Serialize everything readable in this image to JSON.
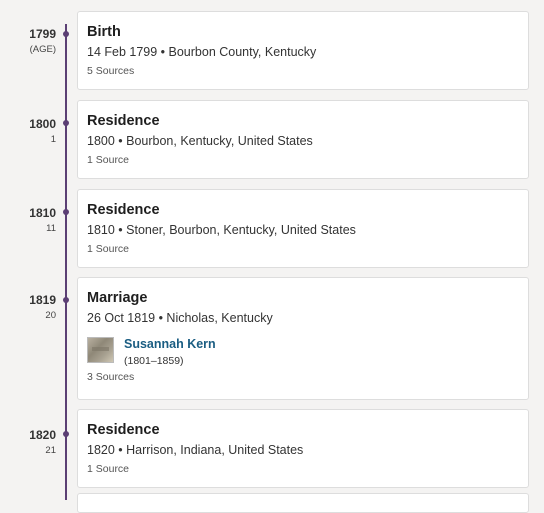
{
  "events": [
    {
      "year": "1799",
      "age": "(AGE)",
      "title": "Birth",
      "detail": "14 Feb 1799 • Bourbon County, Kentucky",
      "sources": "5 Sources"
    },
    {
      "year": "1800",
      "age": "1",
      "title": "Residence",
      "detail": "1800 • Bourbon, Kentucky, United States",
      "sources": "1 Source"
    },
    {
      "year": "1810",
      "age": "11",
      "title": "Residence",
      "detail": "1810 • Stoner, Bourbon, Kentucky, United States",
      "sources": "1 Source"
    },
    {
      "year": "1819",
      "age": "20",
      "title": "Marriage",
      "detail": "26 Oct 1819 • Nicholas, Kentucky",
      "spouse": {
        "name": "Susannah Kern",
        "dates": "(1801–1859)"
      },
      "sources": "3 Sources"
    },
    {
      "year": "1820",
      "age": "21",
      "title": "Residence",
      "detail": "1820 • Harrison, Indiana, United States",
      "sources": "1 Source"
    }
  ],
  "colors": {
    "timeline": "#5b3f74",
    "link": "#1a5d82"
  }
}
